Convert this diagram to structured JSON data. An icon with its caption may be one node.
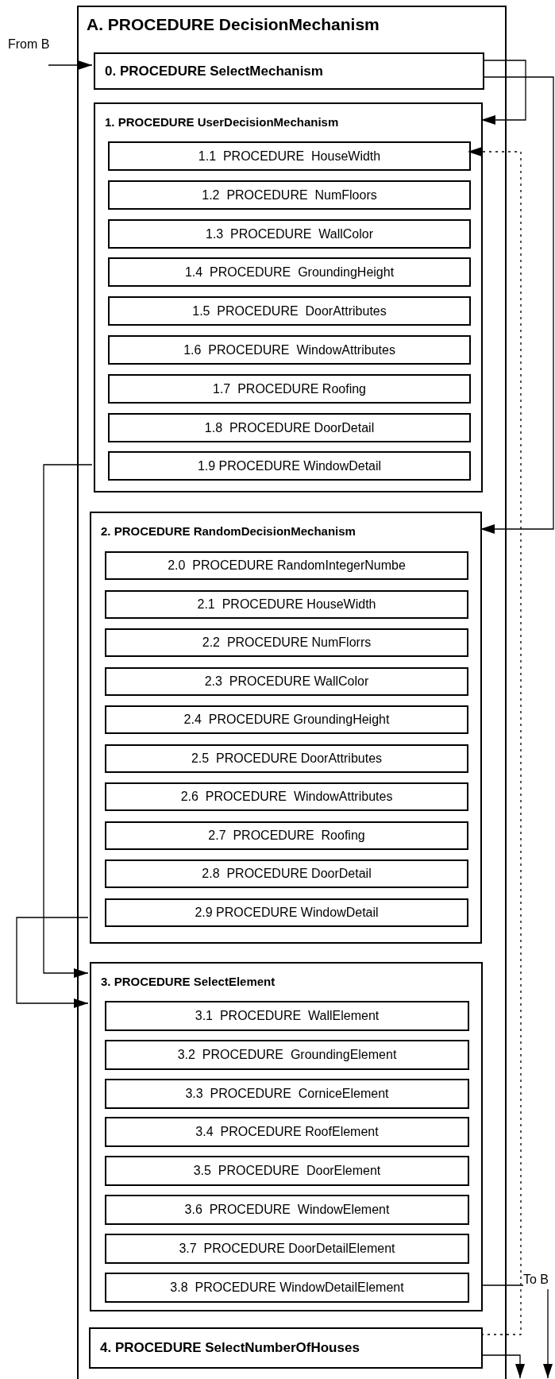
{
  "diagram": {
    "nodes": [
      {
        "text": [
          "A.  PROCEDURE DecisionMechanism"
        ]
      },
      {
        "text": [
          "0. PROCEDURE SelectMechanism"
        ],
        "in": 0
      },
      {
        "text": [
          "1. PROCEDURE UserDecisionMechanism"
        ],
        "in": 0
      },
      {
        "text": [
          "1.1  PROCEDURE  HouseWidth"
        ],
        "in": 2
      },
      {
        "text": [
          "1.2  PROCEDURE  NumFloors"
        ],
        "in": 2
      },
      {
        "text": [
          "1.3  PROCEDURE  WallColor"
        ],
        "in": 2
      },
      {
        "text": [
          "1.4  PROCEDURE  GroundingHeight"
        ],
        "in": 2
      },
      {
        "text": [
          "1.5  PROCEDURE  DoorAttributes"
        ],
        "in": 2
      },
      {
        "text": [
          "1.6  PROCEDURE  WindowAttributes"
        ],
        "in": 2
      },
      {
        "text": [
          "1.7  PROCEDURE Roofing"
        ],
        "in": 2
      },
      {
        "text": [
          "1.8  PROCEDURE DoorDetail"
        ],
        "in": 2
      },
      {
        "text": [
          "1.9 PROCEDURE WindowDetail"
        ],
        "in": 2
      },
      {
        "text": [
          "2.  PROCEDURE RandomDecisionMechanism"
        ],
        "in": 0
      },
      {
        "text": [
          "2.0  PROCEDURE RandomIntegerNumbe"
        ],
        "in": 12
      },
      {
        "text": [
          "2.1  PROCEDURE HouseWidth"
        ],
        "in": 12
      },
      {
        "text": [
          "2.2  PROCEDURE NumFlorrs"
        ],
        "in": 12
      },
      {
        "text": [
          "2.3  PROCEDURE WallColor"
        ],
        "in": 12
      },
      {
        "text": [
          "2.4  PROCEDURE GroundingHeight"
        ],
        "in": 12
      },
      {
        "text": [
          "2.5  PROCEDURE DoorAttributes"
        ],
        "in": 12
      },
      {
        "text": [
          "2.6  PROCEDURE  WindowAttributes"
        ],
        "in": 12
      },
      {
        "text": [
          "2.7  PROCEDURE  Roofing"
        ],
        "in": 12
      },
      {
        "text": [
          "2.8  PROCEDURE DoorDetail"
        ],
        "in": 12
      },
      {
        "text": [
          "2.9 PROCEDURE WindowDetail"
        ],
        "in": 12
      },
      {
        "text": [
          "3.  PROCEDURE SelectElement"
        ],
        "in": 0
      },
      {
        "text": [
          "3.1  PROCEDURE  WallElement"
        ],
        "in": 23
      },
      {
        "text": [
          "3.2  PROCEDURE  GroundingElement"
        ],
        "in": 23
      },
      {
        "text": [
          "3.3  PROCEDURE  CorniceElement"
        ],
        "in": 23
      },
      {
        "text": [
          "3.4  PROCEDURE RoofElement"
        ],
        "in": 23
      },
      {
        "text": [
          "3.5  PROCEDURE  DoorElement"
        ],
        "in": 23
      },
      {
        "text": [
          "3.6  PROCEDURE  WindowElement"
        ],
        "in": 23
      },
      {
        "text": [
          "3.7  PROCEDURE DoorDetailElement"
        ],
        "in": 23
      },
      {
        "text": [
          "3.8  PROCEDURE WindowDetailElement"
        ],
        "in": 23
      },
      {
        "text": [
          "4. PROCEDURE SelectNumberOfHouses"
        ],
        "in": 0
      }
    ],
    "edges": [
      {
        "from": null,
        "to": 1,
        "arrow": "to",
        "label": "From B"
      },
      {
        "from": 1,
        "to": 2,
        "arrow": "to"
      },
      {
        "from": 1,
        "to": 12,
        "arrow": "to"
      },
      {
        "from": 32,
        "to": 3,
        "arrow": "to",
        "style": "dashed"
      },
      {
        "from": 2,
        "to": 23,
        "arrow": "to"
      },
      {
        "from": 12,
        "to": 23,
        "arrow": "to"
      },
      {
        "from": 23,
        "to": null,
        "arrow": "to",
        "label": "To B"
      },
      {
        "from": 32,
        "to": null,
        "arrow": "to"
      }
    ]
  }
}
